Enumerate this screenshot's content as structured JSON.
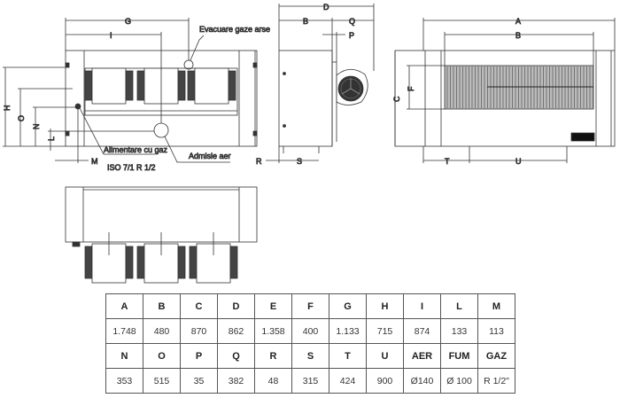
{
  "drawing": {
    "labels": {
      "G": "G",
      "I": "I",
      "H": "H",
      "O": "O",
      "N": "N",
      "L": "L",
      "M": "M",
      "D": "D",
      "B_side": "B",
      "Q": "Q",
      "P": "P",
      "R": "R",
      "S": "S",
      "A": "A",
      "B_top": "B",
      "C": "C",
      "F": "F",
      "T": "T",
      "U": "U"
    },
    "notes": {
      "flue": "Evacuare gaze arse",
      "gas_supply": "Alimentare cu gaz",
      "gas_thread": "ISO 7/1 R 1/2",
      "air_intake": "Admisie aer"
    }
  },
  "table": {
    "rows": [
      {
        "headers": [
          "A",
          "B",
          "C",
          "D",
          "E",
          "F",
          "G",
          "H",
          "I",
          "L",
          "M"
        ],
        "values": [
          "1.748",
          "480",
          "870",
          "862",
          "1.358",
          "400",
          "1.133",
          "715",
          "874",
          "133",
          "113"
        ]
      },
      {
        "headers": [
          "N",
          "O",
          "P",
          "Q",
          "R",
          "S",
          "T",
          "U",
          "AER",
          "FUM",
          "GAZ"
        ],
        "values": [
          "353",
          "515",
          "35",
          "382",
          "48",
          "315",
          "424",
          "900",
          "Ø140",
          "Ø 100",
          "R 1/2\""
        ]
      }
    ]
  }
}
